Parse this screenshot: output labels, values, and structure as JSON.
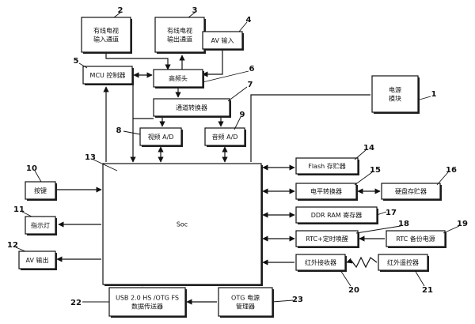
{
  "blocks": {
    "power_module": {
      "label": "电源\n模块",
      "num": "1"
    },
    "cable_tv_in": {
      "label": "有线电视\n输入通道",
      "num": "2"
    },
    "cable_tv_out": {
      "label": "有线电视\n输出通道",
      "num": "3"
    },
    "av_input": {
      "label": "AV 输入",
      "num": "4"
    },
    "mcu": {
      "label": "MCU 控制器",
      "num": "5"
    },
    "tuner": {
      "label": "高频头",
      "num": "6"
    },
    "channel_converter": {
      "label": "通道转换器",
      "num": "7"
    },
    "video_ad": {
      "label": "视频 A/D",
      "num": "8"
    },
    "audio_ad": {
      "label": "音频 A/D",
      "num": "9"
    },
    "keys": {
      "label": "按键",
      "num": "10"
    },
    "indicator": {
      "label": "指示灯",
      "num": "11"
    },
    "av_output": {
      "label": "AV 输出",
      "num": "12"
    },
    "soc": {
      "label": "Soc",
      "num": "13"
    },
    "flash": {
      "label": "Flash 存贮器",
      "num": "14"
    },
    "level_converter": {
      "label": "电平转换器",
      "num": "15"
    },
    "hdd": {
      "label": "硬盘存贮器",
      "num": "16"
    },
    "ddr_ram": {
      "label": "DDR RAM 寄存器",
      "num": "17"
    },
    "rtc_timer": {
      "label": "RTC+定时唤醒",
      "num": "18"
    },
    "rtc_backup": {
      "label": "RTC 备份电源",
      "num": "19"
    },
    "ir_receiver": {
      "label": "红外接收器",
      "num": "20"
    },
    "ir_remote": {
      "label": "红外遥控器",
      "num": "21"
    },
    "usb_transfer": {
      "label": "USB 2.0 HS /OTG FS\n数据传送器",
      "num": "22"
    },
    "otg_power": {
      "label": "OTG 电源\n管理器",
      "num": "23"
    }
  }
}
